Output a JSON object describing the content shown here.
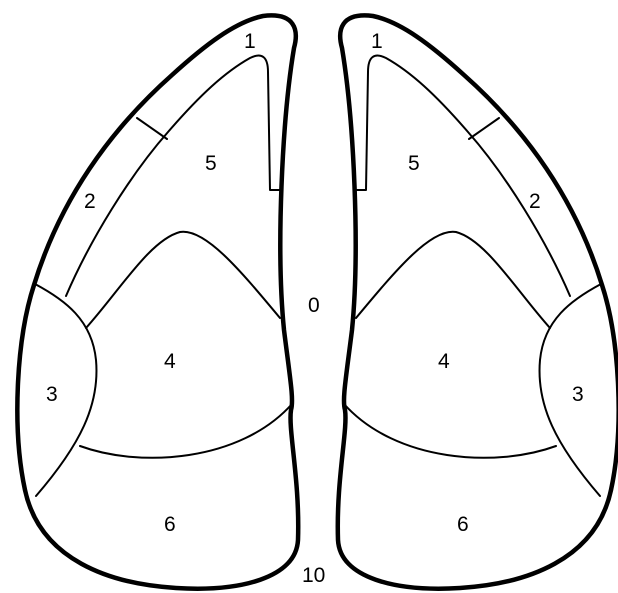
{
  "diagram": {
    "left_shape": {
      "regions": {
        "r1": "1",
        "r2": "2",
        "r3": "3",
        "r4": "4",
        "r5": "5",
        "r6": "6"
      }
    },
    "right_shape": {
      "regions": {
        "r1": "1",
        "r2": "2",
        "r3": "3",
        "r4": "4",
        "r5": "5",
        "r6": "6"
      }
    },
    "center_label": "0",
    "bottom_label": "10"
  }
}
